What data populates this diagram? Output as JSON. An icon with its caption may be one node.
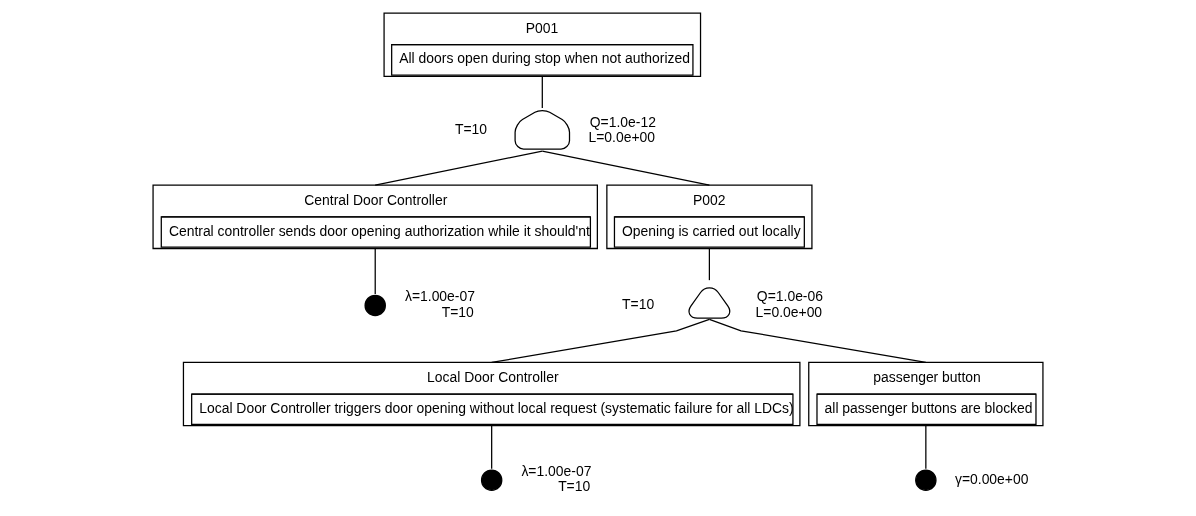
{
  "diagram": {
    "nodes": [
      {
        "text": [
          "P001",
          "All doors open during stop when not authorized"
        ]
      },
      {
        "text": [],
        "shape": "and-gate",
        "beside": [
          "T=10",
          "Q=1.0e-12",
          "L=0.0e+00"
        ]
      },
      {
        "text": [
          "Central Door Controller",
          "Central controller sends door opening authorization while it should'nt"
        ]
      },
      {
        "text": [],
        "shape": "circle",
        "beside": [
          "λ=1.00e-07",
          "T=10"
        ]
      },
      {
        "text": [
          "P002",
          "Opening is carried out locally"
        ]
      },
      {
        "text": [],
        "shape": "or-gate",
        "beside": [
          "T=10",
          "Q=1.0e-06",
          "L=0.0e+00"
        ]
      },
      {
        "text": [
          "Local Door Controller",
          "Local Door Controller triggers door opening without local request (systematic failure for all LDCs)"
        ]
      },
      {
        "text": [],
        "shape": "circle",
        "beside": [
          "λ=1.00e-07",
          "T=10"
        ]
      },
      {
        "text": [
          "passenger button",
          "all passenger buttons are blocked"
        ]
      },
      {
        "text": [],
        "shape": "circle",
        "beside": [
          "γ=0.00e+00"
        ]
      }
    ],
    "edges": [
      {
        "from": 0,
        "to": 1,
        "arrow": "none"
      },
      {
        "from": 1,
        "to": 2,
        "arrow": "none"
      },
      {
        "from": 1,
        "to": 4,
        "arrow": "none"
      },
      {
        "from": 2,
        "to": 3,
        "arrow": "none"
      },
      {
        "from": 4,
        "to": 5,
        "arrow": "none"
      },
      {
        "from": 5,
        "to": 6,
        "arrow": "none"
      },
      {
        "from": 5,
        "to": 8,
        "arrow": "none"
      },
      {
        "from": 6,
        "to": 7,
        "arrow": "none"
      },
      {
        "from": 8,
        "to": 9,
        "arrow": "none"
      }
    ]
  }
}
